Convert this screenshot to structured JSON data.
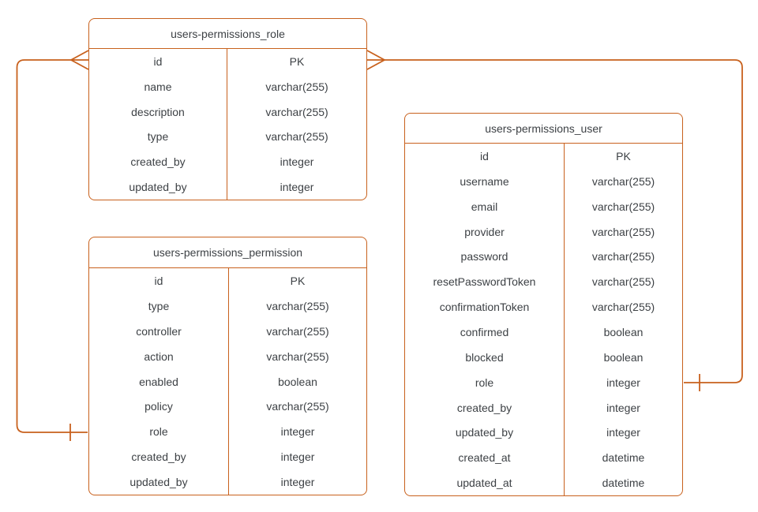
{
  "diagram": {
    "type": "entity-relationship",
    "background": "#ffffff",
    "line_color": "#c8611d",
    "text_color": "#3d4145"
  },
  "tables": [
    {
      "title": "users-permissions_role",
      "rows": [
        {
          "field": "id",
          "type": "PK"
        },
        {
          "field": "name",
          "type": "varchar(255)"
        },
        {
          "field": "description",
          "type": "varchar(255)"
        },
        {
          "field": "type",
          "type": "varchar(255)"
        },
        {
          "field": "created_by",
          "type": "integer"
        },
        {
          "field": "updated_by",
          "type": "integer"
        }
      ]
    },
    {
      "title": "users-permissions_permission",
      "rows": [
        {
          "field": "id",
          "type": "PK"
        },
        {
          "field": "type",
          "type": "varchar(255)"
        },
        {
          "field": "controller",
          "type": "varchar(255)"
        },
        {
          "field": "action",
          "type": "varchar(255)"
        },
        {
          "field": "enabled",
          "type": "boolean"
        },
        {
          "field": "policy",
          "type": "varchar(255)"
        },
        {
          "field": "role",
          "type": "integer"
        },
        {
          "field": "created_by",
          "type": "integer"
        },
        {
          "field": "updated_by",
          "type": "integer"
        }
      ]
    },
    {
      "title": "users-permissions_user",
      "rows": [
        {
          "field": "id",
          "type": "PK"
        },
        {
          "field": "username",
          "type": "varchar(255)"
        },
        {
          "field": "email",
          "type": "varchar(255)"
        },
        {
          "field": "provider",
          "type": "varchar(255)"
        },
        {
          "field": "password",
          "type": "varchar(255)"
        },
        {
          "field": "resetPasswordToken",
          "type": "varchar(255)"
        },
        {
          "field": "confirmationToken",
          "type": "varchar(255)"
        },
        {
          "field": "confirmed",
          "type": "boolean"
        },
        {
          "field": "blocked",
          "type": "boolean"
        },
        {
          "field": "role",
          "type": "integer"
        },
        {
          "field": "created_by",
          "type": "integer"
        },
        {
          "field": "updated_by",
          "type": "integer"
        },
        {
          "field": "created_at",
          "type": "datetime"
        },
        {
          "field": "updated_at",
          "type": "datetime"
        }
      ]
    }
  ],
  "relationships": [
    {
      "from_table": "users-permissions_role",
      "from_field": "id",
      "from_cardinality": "many",
      "to_table": "users-permissions_permission",
      "to_field": "role",
      "to_cardinality": "one"
    },
    {
      "from_table": "users-permissions_role",
      "from_field": "id",
      "from_cardinality": "many",
      "to_table": "users-permissions_user",
      "to_field": "role",
      "to_cardinality": "one"
    }
  ]
}
